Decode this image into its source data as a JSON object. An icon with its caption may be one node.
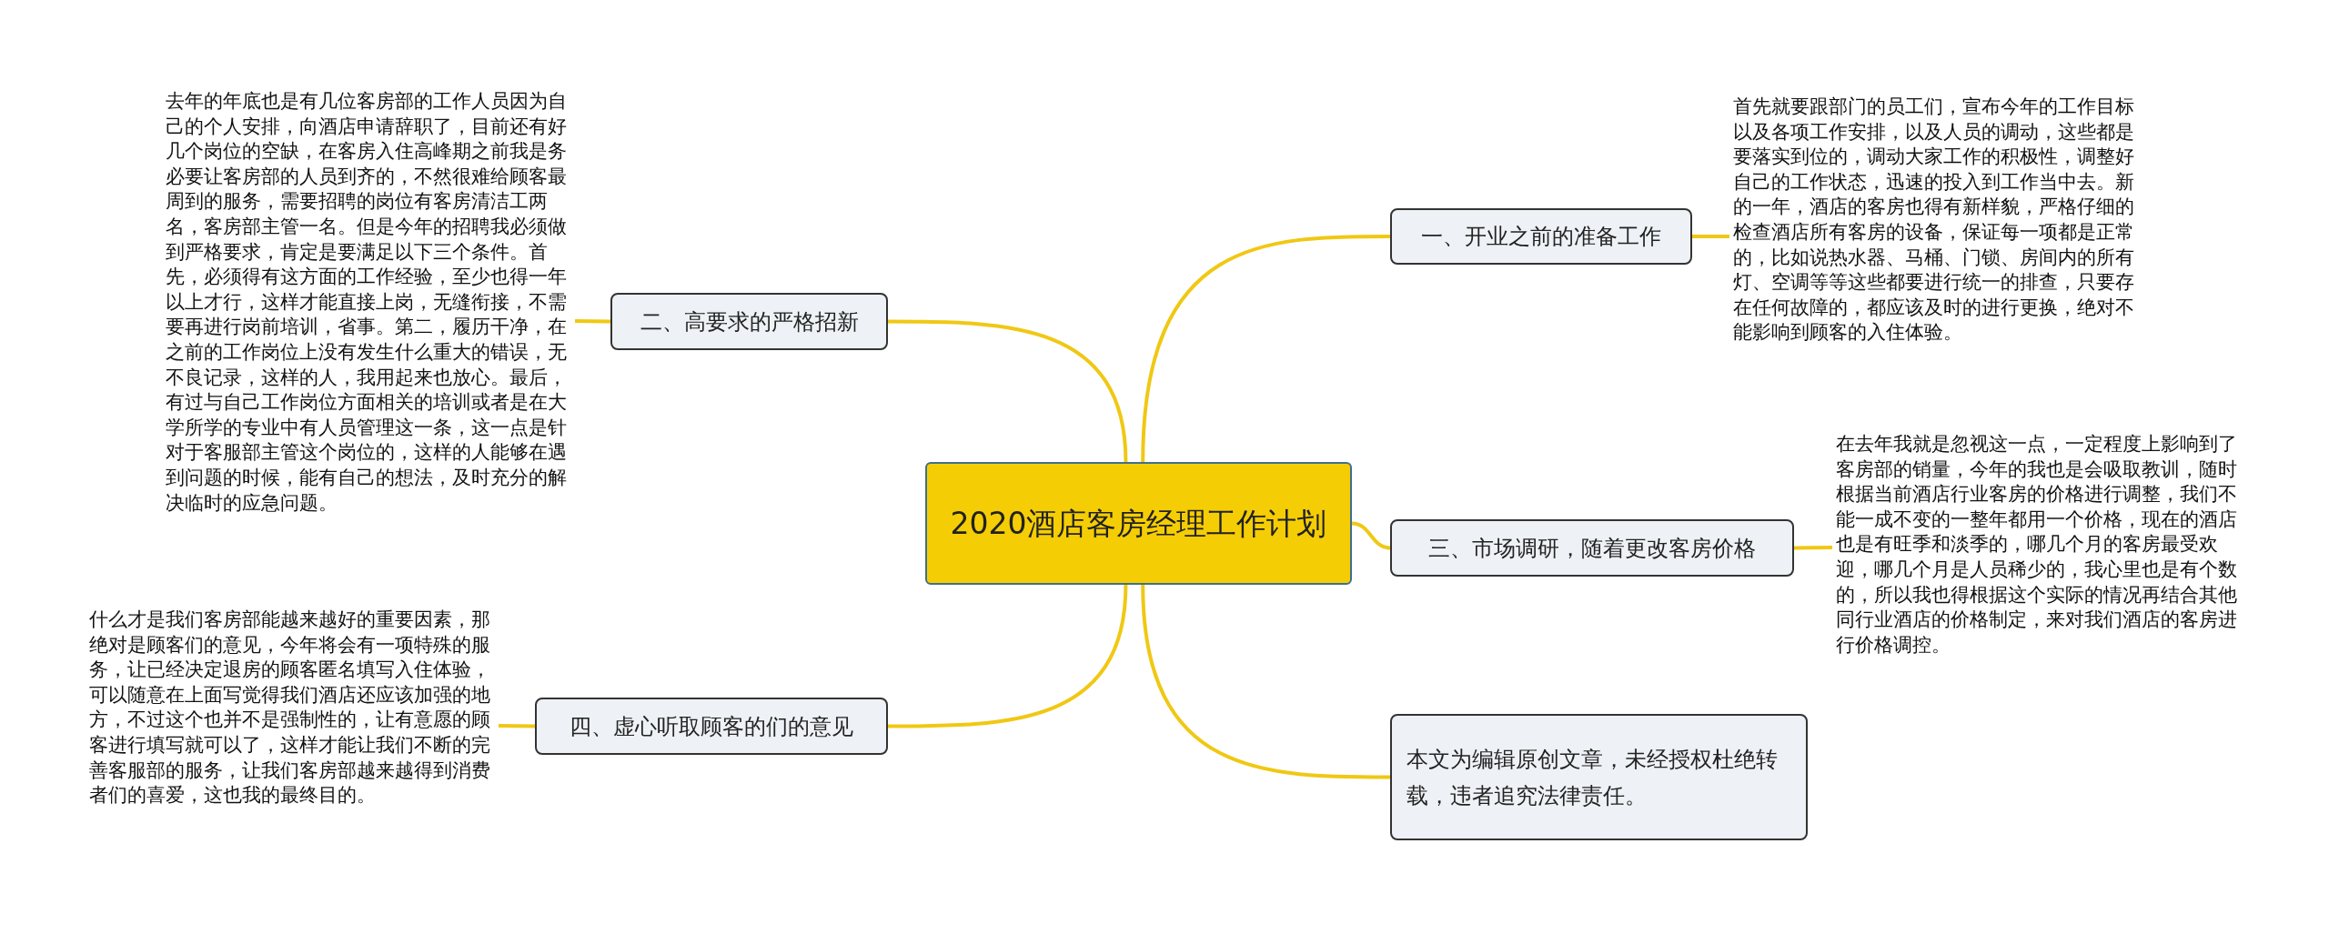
{
  "diagram": {
    "nodes": [
      {
        "text": [
          "2020酒店客房经理工作计划"
        ]
      },
      {
        "text": [
          "一、开业之前的准备工作"
        ]
      },
      {
        "text": [
          "首先就要跟部门的员工们，宣布今年的工作目标以及各项工作安排，以及人员的调动，这些都是要落实到位的，调动大家工作的积极性，调整好自己的工作状态，迅速的投入到工作当中去。新的一年，酒店的客房也得有新样貌，严格仔细的检查酒店所有客房的设备，保证每一项都是正常的，比如说热水器、马桶、门锁、房间内的所有灯、空调等等这些都要进行统一的排查，只要存在任何故障的，都应该及时的进行更换，绝对不能影响到顾客的入住体验。"
        ]
      },
      {
        "text": [
          "二、高要求的严格招新"
        ]
      },
      {
        "text": [
          "去年的年底也是有几位客房部的工作人员因为自己的个人安排，向酒店申请辞职了，目前还有好几个岗位的空缺，在客房入住高峰期之前我是务必要让客房部的人员到齐的，不然很难给顾客最周到的服务，需要招聘的岗位有客房清洁工两名，客房部主管一名。但是今年的招聘我必须做到严格要求，肯定是要满足以下三个条件。首先，必须得有这方面的工作经验，至少也得一年以上才行，这样才能直接上岗，无缝衔接，不需要再进行岗前培训，省事。第二，履历干净，在之前的工作岗位上没有发生什么重大的错误，无不良记录，这样的人，我用起来也放心。最后，有过与自己工作岗位方面相关的培训或者是在大学所学的专业中有人员管理这一条，这一点是针对于客服部主管这个岗位的，这样的人能够在遇到问题的时候，能有自己的想法，及时充分的解决临时的应急问题。"
        ]
      },
      {
        "text": [
          "三、市场调研，随着更改客房价格"
        ]
      },
      {
        "text": [
          "在去年我就是忽视这一点，一定程度上影响到了客房部的销量，今年的我也是会吸取教训，随时根据当前酒店行业客房的价格进行调整，我们不能一成不变的一整年都用一个价格，现在的酒店也是有旺季和淡季的，哪几个月的客房最受欢迎，哪几个月是人员稀少的，我心里也是有个数的，所以我也得根据这个实际的情况再结合其他同行业酒店的价格制定，来对我们酒店的客房进行价格调控。"
        ]
      },
      {
        "text": [
          "四、虚心听取顾客的们的意见"
        ]
      },
      {
        "text": [
          "什么才是我们客房部能越来越好的重要因素，那绝对是顾客们的意见，今年将会有一项特殊的服务，让已经决定退房的顾客匿名填写入住体验，可以随意在上面写觉得我们酒店还应该加强的地方，不过这个也并不是强制性的，让有意愿的顾客进行填写就可以了，这样才能让我们不断的完善客服部的服务，让我们客房部越来越得到消费者们的喜爱，这也我的最终目的。"
        ]
      },
      {
        "text": [
          "本文为编辑原创文章，未经授权杜绝转载，违者追究法律责任。"
        ]
      }
    ],
    "edges": [
      {
        "from": 0,
        "to": 1,
        "arrow": "none"
      },
      {
        "from": 1,
        "to": 2,
        "arrow": "none"
      },
      {
        "from": 0,
        "to": 3,
        "arrow": "none"
      },
      {
        "from": 3,
        "to": 4,
        "arrow": "none"
      },
      {
        "from": 0,
        "to": 5,
        "arrow": "none"
      },
      {
        "from": 5,
        "to": 6,
        "arrow": "none"
      },
      {
        "from": 0,
        "to": 7,
        "arrow": "none"
      },
      {
        "from": 7,
        "to": 8,
        "arrow": "none"
      },
      {
        "from": 0,
        "to": 9,
        "arrow": "none"
      }
    ]
  }
}
